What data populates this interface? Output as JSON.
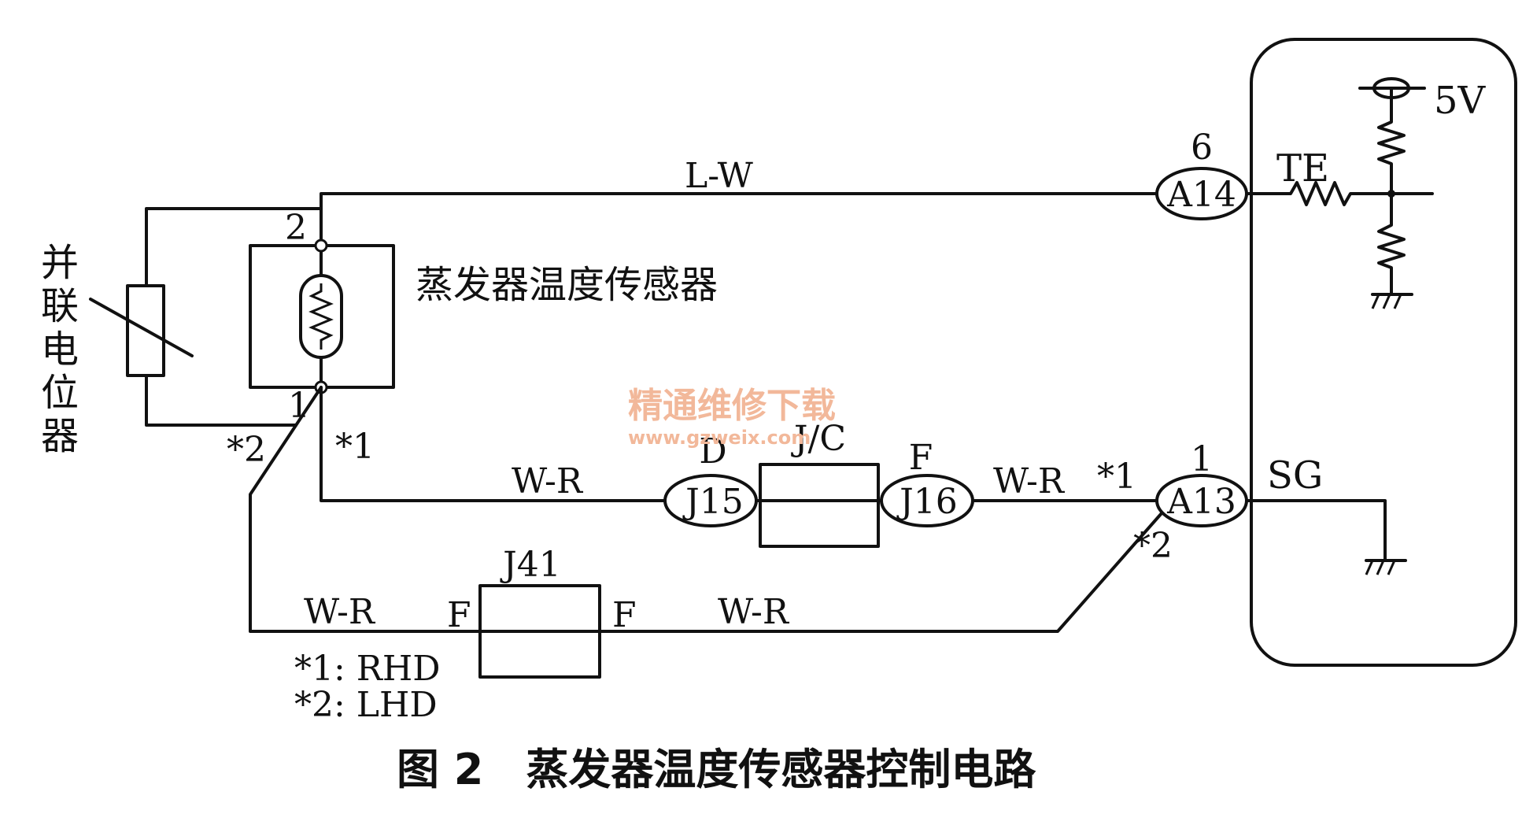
{
  "figure": {
    "caption": "图 2　蒸发器温度传感器控制电路"
  },
  "components": {
    "sensor_label": "蒸发器温度传感器",
    "parallel_pot_label": [
      "并",
      "联",
      "电",
      "位",
      "器"
    ],
    "ecu": {
      "supply": "5V",
      "te": "TE",
      "sg": "SG"
    }
  },
  "connectors": {
    "a14": {
      "name": "A14",
      "pin": "6"
    },
    "a13": {
      "name": "A13",
      "pin": "1"
    },
    "j15": {
      "name": "J15",
      "pin": "D"
    },
    "j16": {
      "name": "J16",
      "pin": "F"
    },
    "jc": "J/C",
    "j41": {
      "name": "J41",
      "pin_left": "F",
      "pin_right": "F"
    }
  },
  "pins": {
    "sensor_top": "2",
    "sensor_bottom": "1",
    "star1": "*1",
    "star2": "*2",
    "a13_star1": "*1",
    "a13_star2": "*2"
  },
  "wires": {
    "lw": "L-W",
    "wr1": "W-R",
    "wr2": "W-R",
    "wr3": "W-R",
    "wr4": "W-R"
  },
  "notes": {
    "n1": "*1: RHD",
    "n2": "*2: LHD"
  },
  "watermark": {
    "text": "精通维修下载",
    "url": "www.gzweix.com"
  }
}
